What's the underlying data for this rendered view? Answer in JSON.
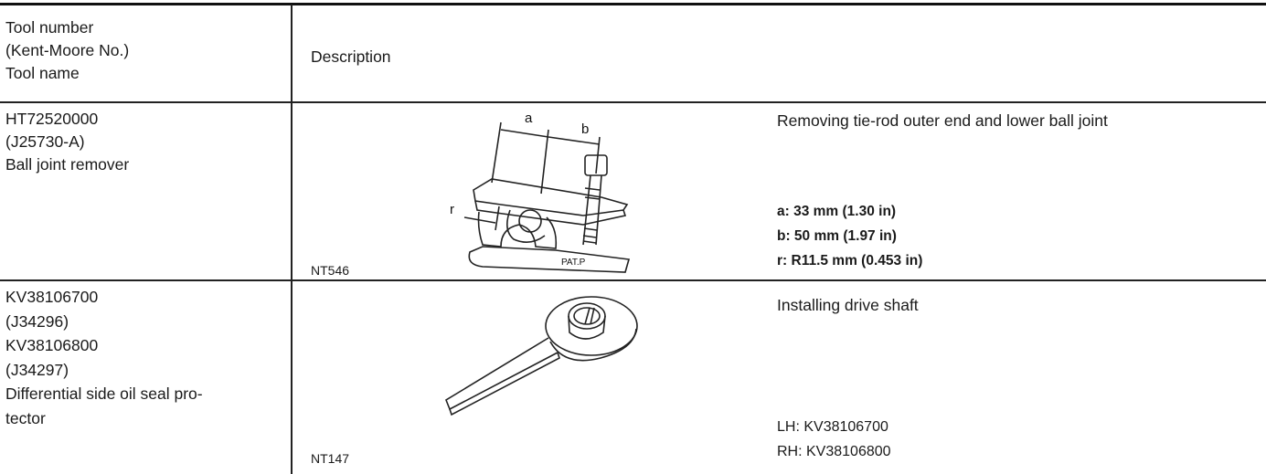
{
  "header": {
    "tool_col": [
      "Tool number",
      "(Kent-Moore No.)",
      "Tool name"
    ],
    "desc_col": "Description"
  },
  "rows": [
    {
      "tool_lines": [
        "HT72520000",
        "(J25730-A)",
        "Ball joint remover"
      ],
      "code": "NT546",
      "purpose": "Removing tie-rod outer end and lower ball joint",
      "specs": [
        "a:  33 mm (1.30 in)",
        "b:  50 mm (1.97 in)",
        "r:  R11.5 mm (0.453 in)"
      ],
      "diagram_labels": {
        "a": "a",
        "b": "b",
        "r": "r",
        "stamp": "PAT.P"
      }
    },
    {
      "tool_lines": [
        "KV38106700",
        "(J34296)",
        "KV38106800",
        "(J34297)",
        "Differential side oil seal pro-",
        "tector"
      ],
      "code": "NT147",
      "purpose": "Installing drive shaft",
      "specs": [
        "LH:  KV38106700",
        "RH:  KV38106800"
      ]
    }
  ]
}
